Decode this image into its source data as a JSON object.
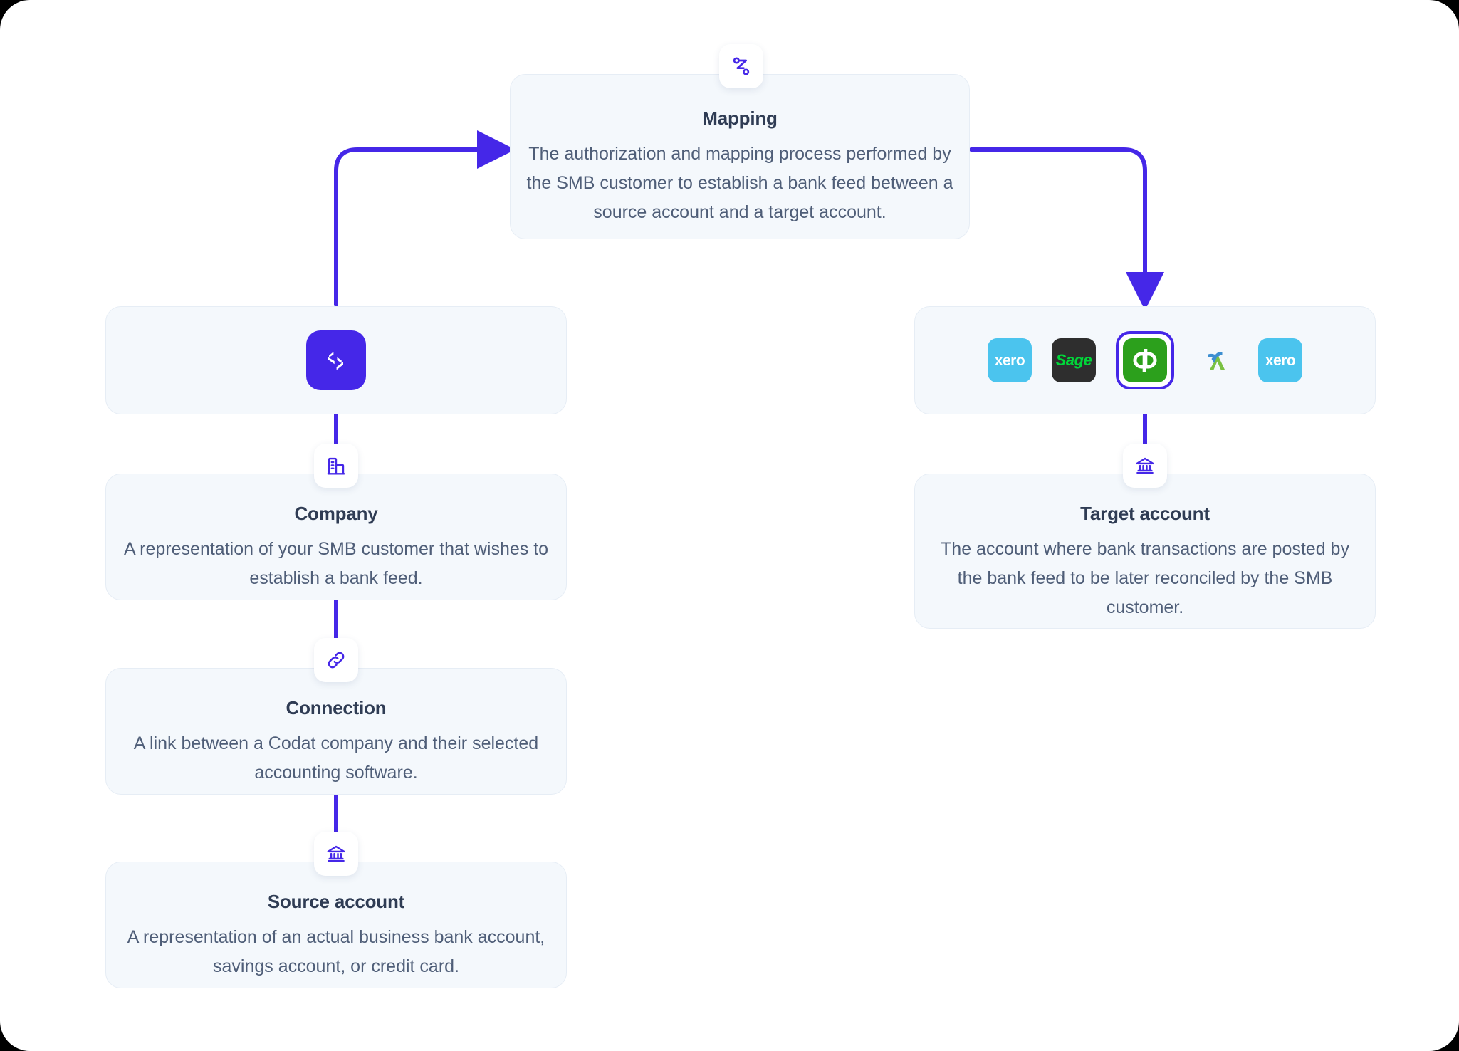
{
  "theme": {
    "accent": "#4527e8",
    "card_bg": "#f4f8fc",
    "card_border": "#e6edf5",
    "heading_color": "#2f3c54",
    "body_color": "#4f5e78",
    "page_bg": "#ffffff"
  },
  "diagram": {
    "type": "flow-diagram",
    "cards": {
      "mapping": {
        "title": "Mapping",
        "description": "The authorization and mapping process performed by the SMB customer to establish a bank feed between a source account and a target account.",
        "icon": "mapping-route-icon"
      },
      "company": {
        "title": "Company",
        "description": "A representation of your SMB customer that wishes to establish a bank feed.",
        "icon": "building-icon"
      },
      "connection": {
        "title": "Connection",
        "description": "A link between a Codat company and their selected accounting software.",
        "icon": "link-icon"
      },
      "source_account": {
        "title": "Source account",
        "description": "A representation of an actual business bank account, savings account, or credit card.",
        "icon": "bank-icon"
      },
      "target_account": {
        "title": "Target account",
        "description": "The account where bank transactions are posted by the bank feed to be later reconciled by the SMB customer.",
        "icon": "bank-icon"
      }
    },
    "codat_node": {
      "icon": "codat-logo-icon",
      "label": "Codat"
    },
    "software_node": {
      "logos": [
        {
          "name": "Xero",
          "text": "xero",
          "icon": "xero-logo-icon",
          "bg": "#4bc4ee",
          "selected": false
        },
        {
          "name": "Sage",
          "text": "Sage",
          "icon": "sage-logo-icon",
          "bg": "#2e2e2e",
          "selected": false
        },
        {
          "name": "QuickBooks",
          "text": "qb",
          "icon": "quickbooks-logo-icon",
          "bg": "#2ca01c",
          "selected": true
        },
        {
          "name": "FreeAgent",
          "text": "",
          "icon": "freeagent-logo-icon",
          "bg": "#f4f8fc",
          "selected": false
        },
        {
          "name": "Xero",
          "text": "xero",
          "icon": "xero-logo-icon",
          "bg": "#4bc4ee",
          "selected": false
        }
      ]
    },
    "connectors": [
      {
        "from": "codat",
        "to": "mapping",
        "style": "elbow-arrow",
        "direction": "up-right"
      },
      {
        "from": "mapping",
        "to": "software",
        "style": "elbow-arrow",
        "direction": "right-down"
      },
      {
        "from": "codat",
        "to": "company",
        "style": "line"
      },
      {
        "from": "company",
        "to": "connection",
        "style": "line"
      },
      {
        "from": "connection",
        "to": "source_account",
        "style": "line"
      },
      {
        "from": "software",
        "to": "target_account",
        "style": "line"
      }
    ]
  }
}
